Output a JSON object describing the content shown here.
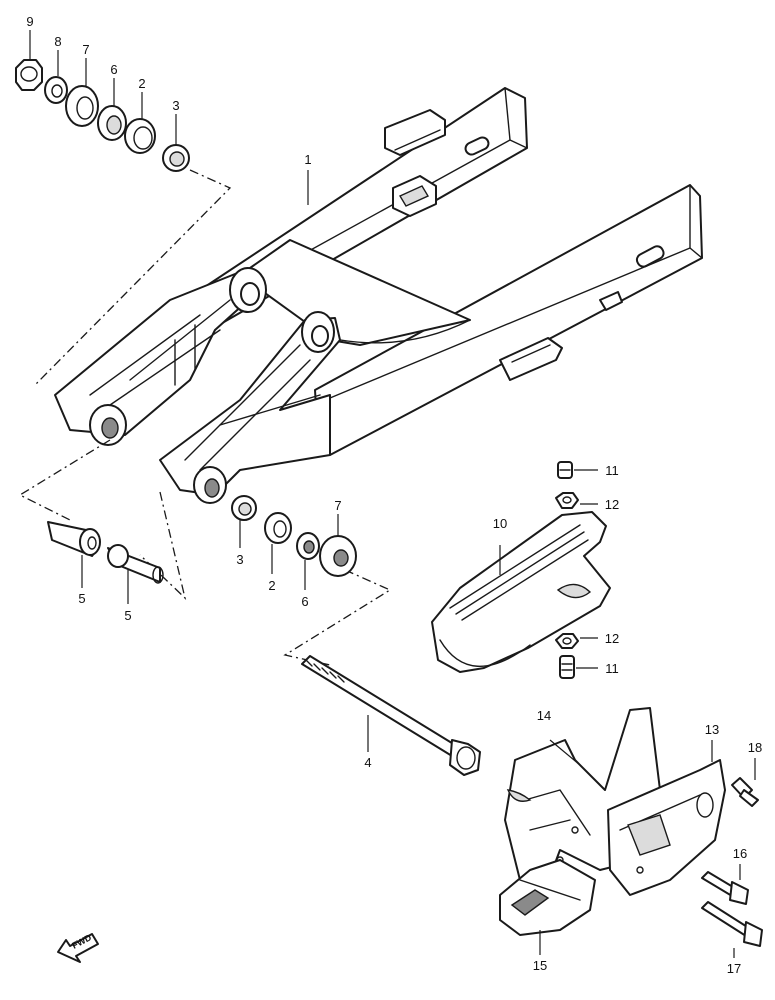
{
  "callouts": {
    "swingarm": "1",
    "bushing_a": "2",
    "bearing_a": "3",
    "pivot_bolt": "4",
    "collar_a": "5",
    "collar_b": "5",
    "washer_a": "6",
    "seal_a": "7",
    "washer_top": "8",
    "nut": "9",
    "bearing_b": "3",
    "bushing_b": "2",
    "washer_b": "6",
    "seal_b": "7",
    "chain_buffer": "10",
    "screw_top": "11",
    "washer_12_top": "12",
    "washer_12_bottom": "12",
    "screw_bottom": "11",
    "chain_guide_plate": "13",
    "chain_guide_bracket": "14",
    "chain_guide": "15",
    "bolt_16": "16",
    "bolt_17": "17",
    "bolt_18": "18"
  },
  "direction_marker": {
    "label": "FWD",
    "icon": "arrow-forward-icon"
  }
}
